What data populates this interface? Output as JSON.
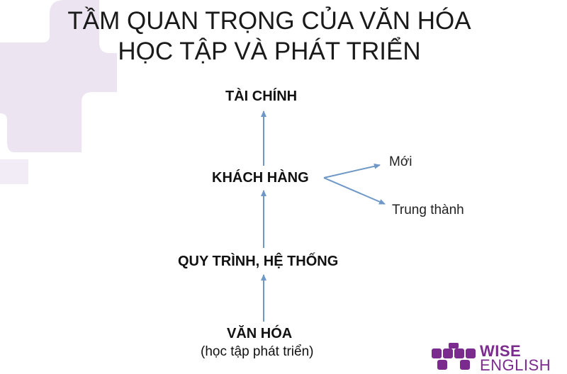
{
  "title": {
    "line1": "TẦM QUAN TRỌNG CỦA VĂN HÓA",
    "line2": "HỌC TẬP VÀ PHÁT TRIỂN"
  },
  "nodes": {
    "finance": "TÀI CHÍNH",
    "customer": "KHÁCH HÀNG",
    "process": "QUY TRÌNH, HỆ THỐNG",
    "culture": "VĂN HÓA",
    "culture_sub": "(học tập phát triển)"
  },
  "branches": {
    "new": "Mới",
    "loyal": "Trung thành"
  },
  "logo": {
    "word1": "WISE",
    "word2": "ENGLISH"
  },
  "colors": {
    "arrow": "#6f98c6",
    "logo": "#7b2a8e",
    "deco": "#ebe4f0"
  }
}
